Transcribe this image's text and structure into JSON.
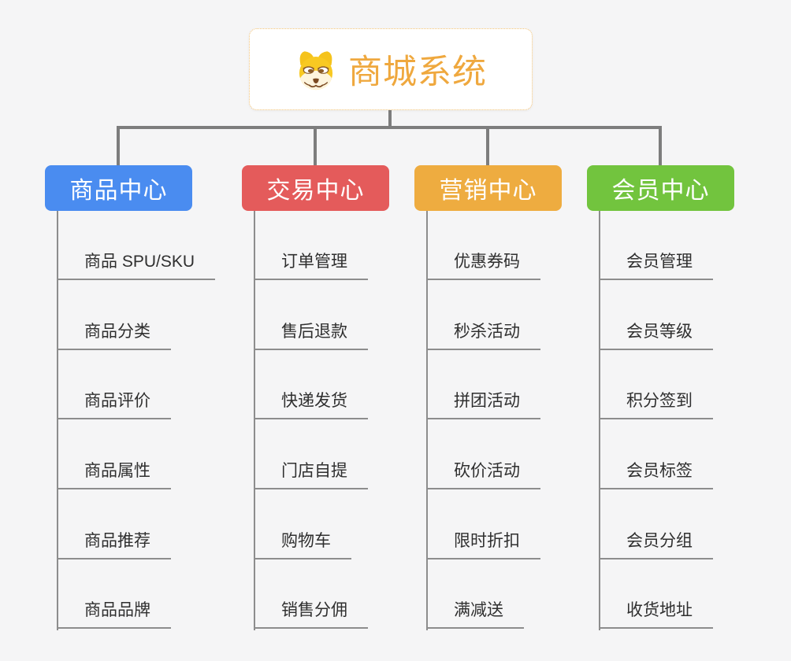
{
  "root": {
    "title": "商城系统",
    "icon": "dog-face-icon",
    "title_color": "#efa83e",
    "border_color": "#f2c277"
  },
  "colors": {
    "background": "#f5f5f6",
    "connector": "#7d7d7d",
    "child_line": "#8d8d8d",
    "child_text": "#2f2f2f"
  },
  "branches": [
    {
      "label": "商品中心",
      "color": "#4a8cf0",
      "children": [
        "商品 SPU/SKU",
        "商品分类",
        "商品评价",
        "商品属性",
        "商品推荐",
        "商品品牌"
      ]
    },
    {
      "label": "交易中心",
      "color": "#e45b5b",
      "children": [
        "订单管理",
        "售后退款",
        "快递发货",
        "门店自提",
        "购物车",
        "销售分佣"
      ]
    },
    {
      "label": "营销中心",
      "color": "#eeac40",
      "children": [
        "优惠券码",
        "秒杀活动",
        "拼团活动",
        "砍价活动",
        "限时折扣",
        "满减送"
      ]
    },
    {
      "label": "会员中心",
      "color": "#72c43e",
      "children": [
        "会员管理",
        "会员等级",
        "积分签到",
        "会员标签",
        "会员分组",
        "收货地址"
      ]
    }
  ]
}
